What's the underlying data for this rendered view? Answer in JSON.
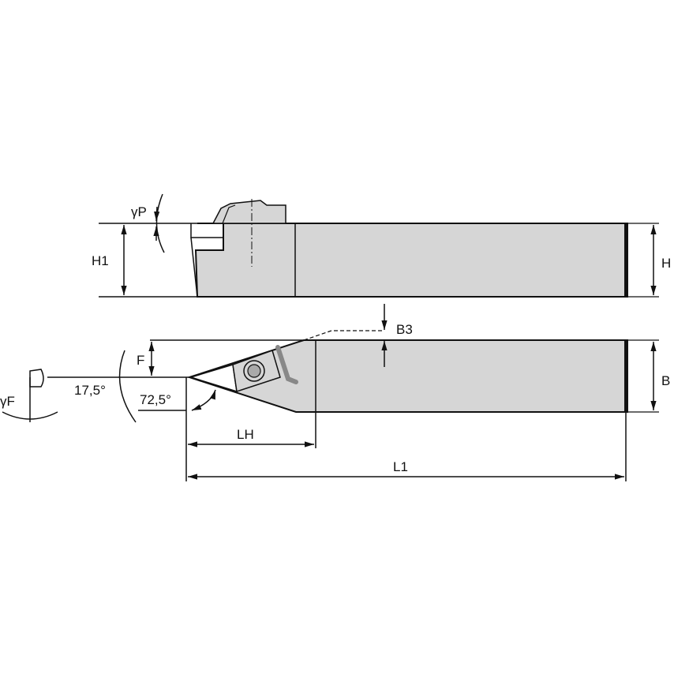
{
  "colors": {
    "body_fill": "#d6d6d6",
    "line": "#111111",
    "insert_fill": "#c8c8c8"
  },
  "top_view": {
    "labels": {
      "gamma_p": "γP",
      "h1": "H1",
      "h": "H"
    }
  },
  "bottom_view": {
    "labels": {
      "b3": "B3",
      "f": "F",
      "b": "B",
      "gamma_f": "γF",
      "angle_1": "17,5°",
      "angle_2": "72,5°",
      "lh": "LH",
      "l1": "L1"
    }
  }
}
